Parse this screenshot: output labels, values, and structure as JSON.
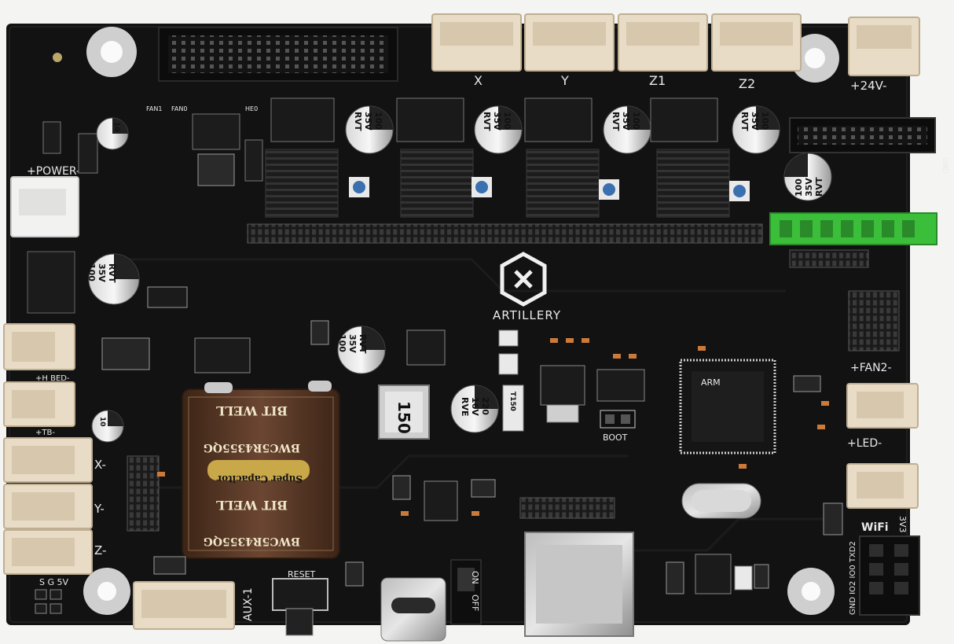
{
  "board": {
    "brand": "ARTILLERY",
    "silkscreen": {
      "x": "X",
      "y": "Y",
      "z1": "Z1",
      "z2": "Z2",
      "v24": "+24V-",
      "power": "+POWER-",
      "hbed": "+H BED-",
      "tb": "+TB-",
      "xminus": "X-",
      "yminus": "Y-",
      "zminus": "Z-",
      "sg5v": "S G 5V",
      "aux1": "AUX-1",
      "reset": "RESET",
      "boot": "BOOT",
      "on": "ON",
      "off": "OFF",
      "fan2": "+FAN2-",
      "led": "+LED-",
      "wifi": "WiFi",
      "v33": "3V3",
      "wifi_pins": "GND IO2 IO0 TXD2",
      "fan1": "FAN1",
      "fan0": "FAN0",
      "he0": "HE0",
      "gnd": "GND"
    },
    "caps": {
      "v100": "100",
      "v35": "35V",
      "rvt": "RVT",
      "v10": "10",
      "v220": "220",
      "v16": "16V",
      "rve": "RVE"
    },
    "inductor": "150",
    "t150": "T150",
    "supercap": {
      "brand": "BIT WELL",
      "model": "BWC5R4355QG",
      "label": "Super Capacitor"
    },
    "mcu": "ARM"
  },
  "colors": {
    "pcb": "#121212",
    "connector": "#e8dcc6",
    "green": "#3bbf3b",
    "capacitor": "#5a3a28",
    "gold": "#c9a84a"
  }
}
